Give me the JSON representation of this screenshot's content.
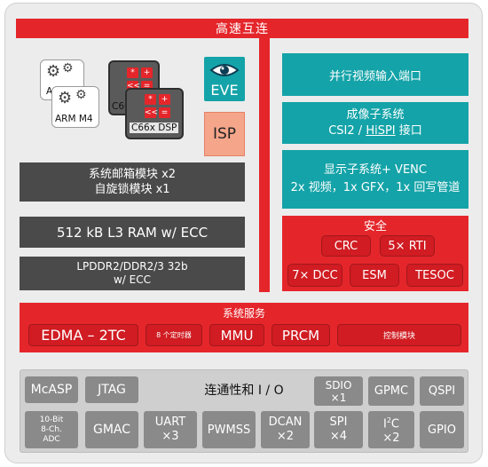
{
  "interconnect": {
    "label": "高速互连"
  },
  "processors": {
    "a15": {
      "label": "A15"
    },
    "m4": {
      "label": "ARM M4"
    },
    "c66_back": {
      "label": "C66x"
    },
    "c66_front": {
      "label": "C66x DSP"
    },
    "dsp_keys": [
      "*",
      "+",
      "<<",
      "="
    ],
    "eve": {
      "label": "EVE"
    },
    "isp": {
      "label": "ISP"
    }
  },
  "left_blocks": {
    "mailbox": {
      "line1": "系统邮箱模块 x2",
      "line2": "自旋锁模块 x1"
    },
    "l3ram": {
      "label": "512 kB L3 RAM w/ ECC"
    },
    "lpddr": {
      "line1": "LPDDR2/DDR2/3 32b",
      "line2": "w/ ECC"
    }
  },
  "right_blocks": {
    "video_in": {
      "label": "并行视频输入端口"
    },
    "imaging": {
      "line1": "成像子系统",
      "line2_pre": "CSI2 / ",
      "line2_link": "HiSPI",
      "line2_post": " 接口"
    },
    "display": {
      "line1": "显示子系统+ VENC",
      "line2": "2x 视频，1x GFX，1x 回写管道"
    }
  },
  "security": {
    "title": "安全",
    "items": [
      "CRC",
      "5× RTI",
      "7× DCC",
      "ESM",
      "TESOC"
    ]
  },
  "system_services": {
    "title": "系统服务",
    "edma": "EDMA – 2TC",
    "timers": "8 个定时器",
    "mmu": "MMU",
    "prcm": "PRCM",
    "control": "控制模块"
  },
  "io": {
    "title": "连通性和 I / O",
    "mcasp": "McASP",
    "jtag": "JTAG",
    "sdio": {
      "line1": "SDIO",
      "line2": "×1"
    },
    "gpmc": "GPMC",
    "qspi": "QSPI",
    "adc": {
      "line1": "10-Bit",
      "line2": "8-Ch.",
      "line3": "ADC"
    },
    "gmac": "GMAC",
    "uart": {
      "line1": "UART",
      "line2": "×3"
    },
    "pwmss": "PWMSS",
    "dcan": {
      "line1": "DCAN",
      "line2": "×2"
    },
    "spi": {
      "line1": "SPI",
      "line2": "×4"
    },
    "i2c": {
      "line1_a": "I",
      "line1_sup": "2",
      "line1_b": "C",
      "line2": "×2"
    },
    "gpio": "GPIO"
  },
  "colors": {
    "red": "#e4262b",
    "teal": "#14a3a8",
    "dark": "#4a4a4a",
    "io_gray": "#8a8a8a",
    "isp_salmon": "#f4a58a"
  }
}
